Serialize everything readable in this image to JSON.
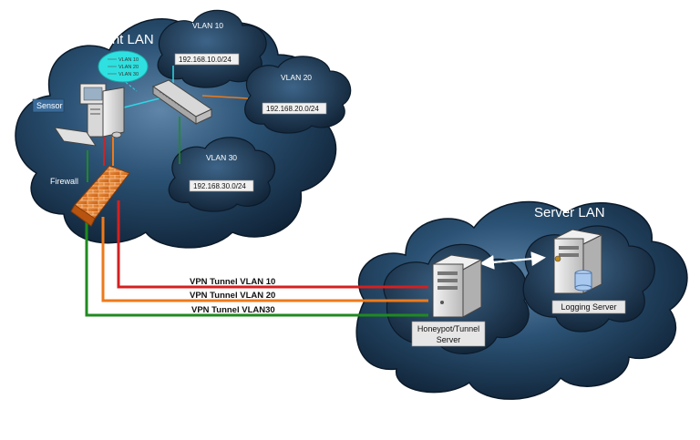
{
  "client_lan": {
    "title": "Client LAN",
    "vlans": [
      {
        "name": "VLAN 10",
        "subnet": "192.168.10.0/24"
      },
      {
        "name": "VLAN 20",
        "subnet": "192.168.20.0/24"
      },
      {
        "name": "VLAN 30",
        "subnet": "192.168.30.0/24"
      }
    ],
    "sensor_label": "Sensor",
    "firewall_label": "Firewall",
    "sensor_bubble": [
      "VLAN 10",
      "VLAN 20",
      "VLAN 30"
    ]
  },
  "server_lan": {
    "title": "Server LAN",
    "honeypot_label": [
      "Honeypot/Tunnel",
      "Server"
    ],
    "logging_label": "Logging Server"
  },
  "tunnels": [
    {
      "label": "VPN Tunnel  VLAN 10",
      "color": "#d42020"
    },
    {
      "label": "VPN Tunnel VLAN 20",
      "color": "#ee7a1a"
    },
    {
      "label": "VPN Tunnel VLAN30",
      "color": "#1f8a1f"
    }
  ],
  "colors": {
    "cloud_fill": "#1a3650",
    "cloud_stroke": "#0b1a2a",
    "bubble": "#2fe0e0",
    "link_cyan": "#2fd6e6",
    "firewall": "#e8842a"
  }
}
